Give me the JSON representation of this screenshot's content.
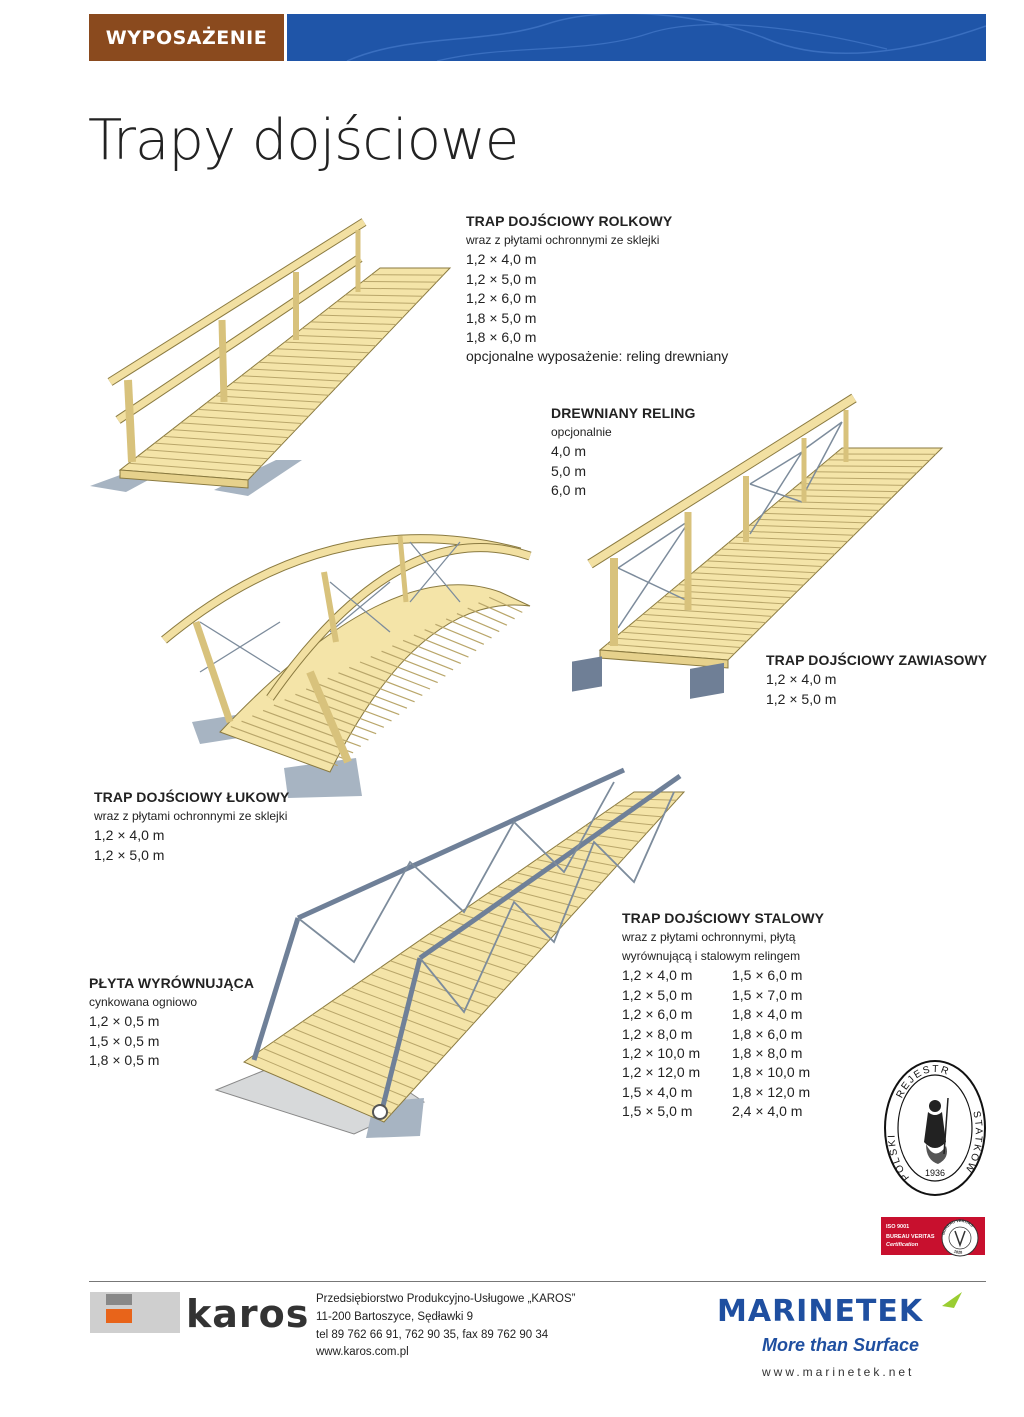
{
  "header": {
    "section": "WYPOSAŻENIE",
    "band_color": "#1f55a8",
    "tag_color": "#8a4a1e"
  },
  "title": "Trapy dojściowe",
  "products": {
    "rolkowy": {
      "title": "TRAP DOJŚCIOWY ROLKOWY",
      "subtitle": "wraz z płytami ochronnymi ze sklejki",
      "sizes": [
        "1,2 × 4,0 m",
        "1,2 × 5,0 m",
        "1,2 × 6,0 m",
        "1,8 × 5,0 m",
        "1,8 × 6,0 m"
      ],
      "note": "opcjonalne wyposażenie: reling drewniany"
    },
    "reling": {
      "title": "DREWNIANY RELING",
      "subtitle": "opcjonalnie",
      "sizes": [
        "4,0 m",
        "5,0 m",
        "6,0 m"
      ]
    },
    "zawiasowy": {
      "title": "TRAP DOJŚCIOWY ZAWIASOWY",
      "sizes": [
        "1,2 × 4,0 m",
        "1,2 × 5,0 m"
      ]
    },
    "lukowy": {
      "title": "TRAP DOJŚCIOWY ŁUKOWY",
      "subtitle": "wraz z płytami ochronnymi ze sklejki",
      "sizes": [
        "1,2 × 4,0 m",
        "1,2 × 5,0 m"
      ]
    },
    "plyta": {
      "title": "PŁYTA WYRÓWNUJĄCA",
      "subtitle": "cynkowana ogniowo",
      "sizes": [
        "1,2 × 0,5 m",
        "1,5 × 0,5 m",
        "1,8 × 0,5 m"
      ]
    },
    "stalowy": {
      "title": "TRAP DOJŚCIOWY STALOWY",
      "subtitle_1": "wraz z płytami ochronnymi, płytą",
      "subtitle_2": "wyrównującą i stalowym relingem",
      "sizes_left": [
        "1,2 × 4,0 m",
        "1,2 × 5,0 m",
        "1,2 × 6,0 m",
        "1,2 × 8,0 m",
        "1,2 × 10,0 m",
        "1,2 × 12,0 m",
        "1,5 × 4,0 m",
        "1,5 × 5,0 m"
      ],
      "sizes_right": [
        "1,5 × 6,0 m",
        "1,5 × 7,0 m",
        "1,8 × 4,0 m",
        "1,8 × 6,0 m",
        "1,8 × 8,0 m",
        "1,8 × 10,0 m",
        "1,8 × 12,0 m",
        "2,4 × 4,0 m"
      ]
    }
  },
  "stamp": {
    "top": "REJESTR",
    "left": "POLSKI",
    "right": "STATKÓW",
    "year": "1936"
  },
  "certification": {
    "iso": "ISO 9001",
    "body": "BUREAU VERITAS",
    "label": "Certification",
    "seal_top": "BUREAU VERITAS",
    "seal_year": "1828"
  },
  "footer": {
    "karos_logo": "karos",
    "company": "Przedsiębiorstwo Produkcyjno-Usługowe „KAROS”",
    "address": "11-200 Bartoszyce, Sędławki 9",
    "phone": "tel 89 762 66 91, 762 90 35, fax 89 762 90 34",
    "website": "www.karos.com.pl",
    "marinetek_logo": "MARINETEK",
    "marinetek_tagline": "More than Surface",
    "marinetek_website": "www.marinetek.net",
    "accent_orange": "#e8641a",
    "accent_blue": "#1f4fa0"
  }
}
